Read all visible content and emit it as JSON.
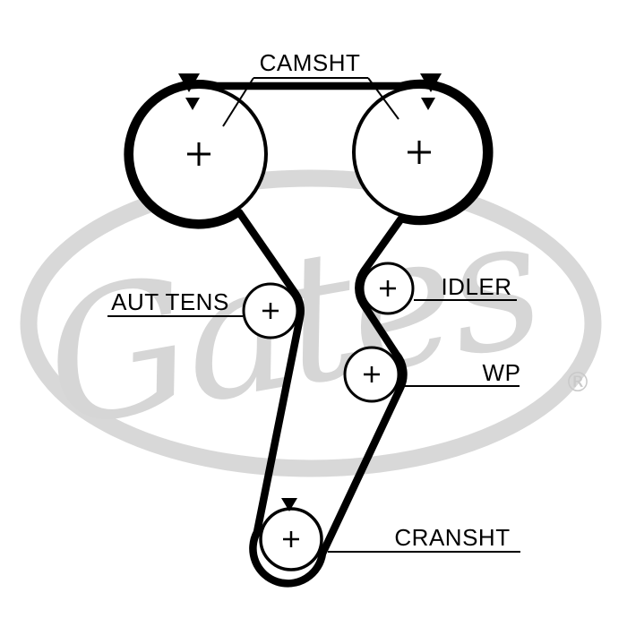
{
  "watermark": {
    "brand": "Gates",
    "registered_symbol": "®"
  },
  "labels": {
    "camshaft": "CAMSHT",
    "auto_tensioner": "AUT TENS",
    "idler": "IDLER",
    "water_pump": "WP",
    "crankshaft": "CRANSHT"
  },
  "colors": {
    "line": "#000000",
    "background": "#ffffff",
    "watermark": "#d6d6d6"
  }
}
